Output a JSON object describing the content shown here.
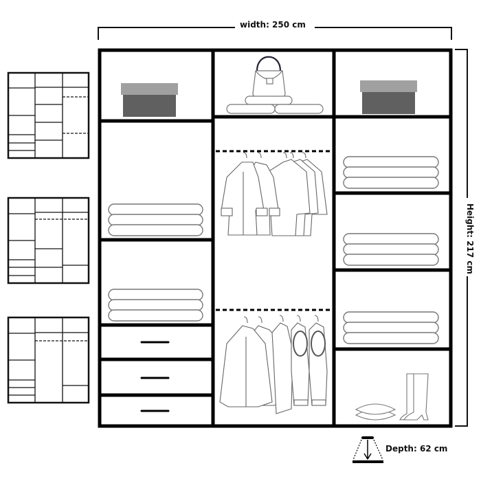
{
  "dimensions": {
    "width_label": "width: 250 cm",
    "height_label": "Height: 217 cm",
    "depth_label": "Depth: 62 cm"
  },
  "wardrobe": {
    "columns": [
      {
        "name": "left",
        "compartments": [
          "storage-box",
          "folded-clothes",
          "folded-clothes",
          "drawer",
          "drawer",
          "drawer"
        ]
      },
      {
        "name": "middle",
        "compartments": [
          "handbag-and-rolled-items",
          "hanging-rail-coats",
          "hanging-rail-jackets-sweaters"
        ]
      },
      {
        "name": "right",
        "compartments": [
          "storage-box",
          "folded-clothes",
          "folded-clothes",
          "folded-clothes",
          "shoes-and-pillows"
        ]
      }
    ],
    "colors": {
      "frame": "#000000",
      "box_lid": "#a0a0a0",
      "box_body": "#606060",
      "line_art": "#707070"
    }
  },
  "layout_variants": [
    {
      "label": "variant-1"
    },
    {
      "label": "variant-2"
    },
    {
      "label": "variant-3"
    }
  ]
}
